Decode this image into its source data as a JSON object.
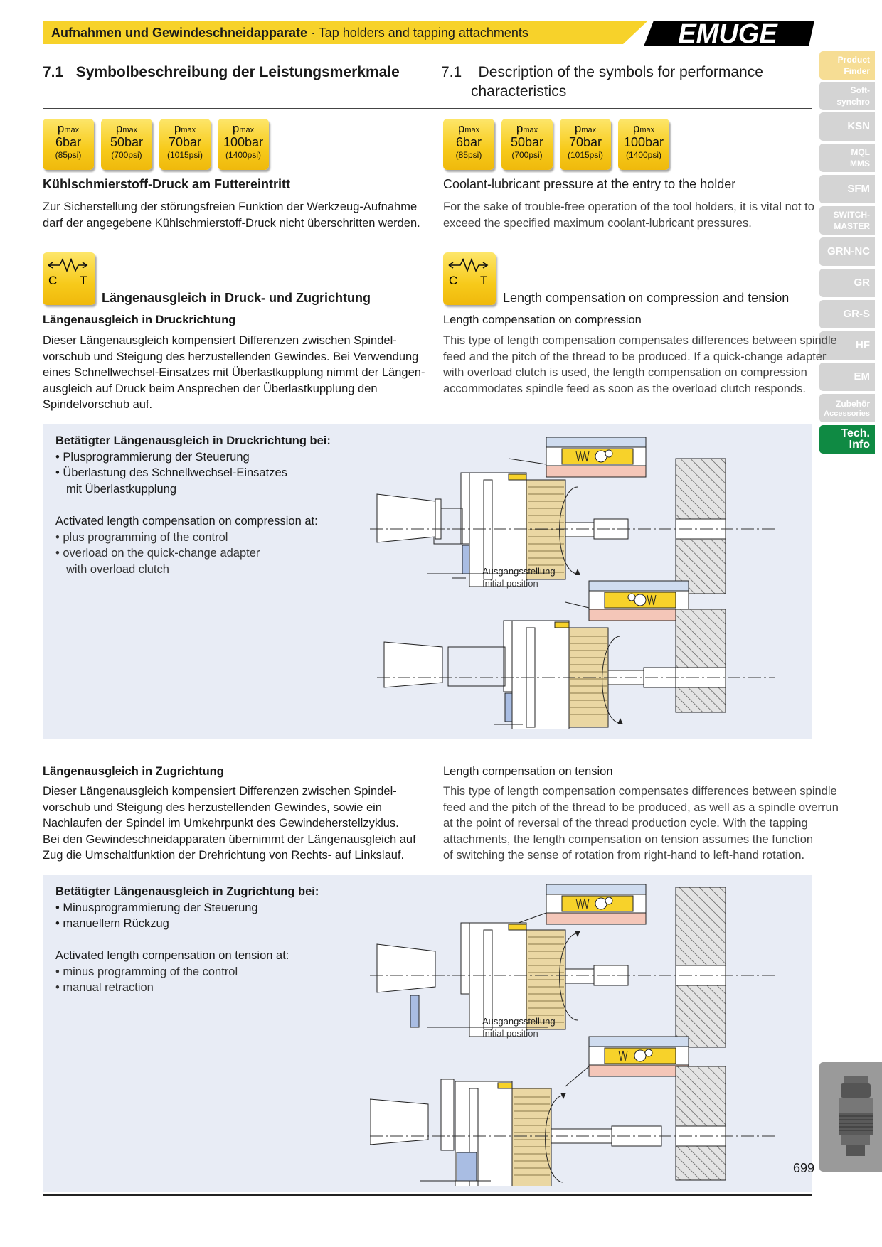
{
  "header": {
    "title_de": "Aufnahmen und Gewindeschneidapparate",
    "title_sep": " · ",
    "title_en": "Tap holders and tapping attachments",
    "logo_text": "EMUGE",
    "accent": "#f7d22a"
  },
  "side_tabs": [
    {
      "label": "Product",
      "label2": "Finder"
    },
    {
      "label": "Soft-",
      "label2": "synchro"
    },
    {
      "label": "KSN"
    },
    {
      "label": "MQL",
      "label2": "MMS"
    },
    {
      "label": "SFM"
    },
    {
      "label": "SWITCH-",
      "label2": "MASTER"
    },
    {
      "label": "GRN-NC"
    },
    {
      "label": "GR"
    },
    {
      "label": "GR-S"
    },
    {
      "label": "HF"
    },
    {
      "label": "EM"
    },
    {
      "label": "Zubehör",
      "label2": "Accessories"
    },
    {
      "label": "Tech. Info"
    }
  ],
  "section": {
    "num": "7.1",
    "title_de": "Symbolbeschreibung der Leistungsmerkmale",
    "title_en_1": "Description of the symbols for performance",
    "title_en_2": "characteristics"
  },
  "pressure_symbols": [
    {
      "p": "p",
      "pmax": "max",
      "value": "6bar",
      "psi": "(85psi)"
    },
    {
      "p": "p",
      "pmax": "max",
      "value": "50bar",
      "psi": "(700psi)"
    },
    {
      "p": "p",
      "pmax": "max",
      "value": "70bar",
      "psi": "(1015psi)"
    },
    {
      "p": "p",
      "pmax": "max",
      "value": "100bar",
      "psi": "(1400psi)"
    }
  ],
  "coolant": {
    "head_de": "Kühlschmierstoff-Druck am Futtereintritt",
    "head_en": "Coolant-lubricant pressure at the entry to the holder",
    "text_de": "Zur Sicherstellung der störungsfreien Funktion der Werkzeug-Aufnahme\ndarf der angegebene Kühlschmierstoff-Druck nicht überschritten werden.",
    "text_en": "For the sake of trouble-free operation of the tool holders, it is vital not to\nexceed the specified maximum coolant-lubricant pressures."
  },
  "ct_symbol": {
    "c": "C",
    "t": "T"
  },
  "length_comp": {
    "head_de": "Längenausgleich in Druck- und Zugrichtung",
    "head_en": "Length compensation on compression and tension"
  },
  "compression": {
    "head_de": "Längenausgleich in Druckrichtung",
    "head_en": "Length compensation on compression",
    "text_de": "Dieser Längenausgleich kompensiert Differenzen zwischen Spindel-\nvorschub und Steigung des herzustellenden Gewindes. Bei Verwendung\neines Schnellwechsel-Einsatzes mit Überlastkupplung nimmt der Längen-\nausgleich auf Druck beim Ansprechen der Überlastkupplung den\nSpindelvorschub auf.",
    "text_en": "This type of length compensation compensates differences between spindle\nfeed and the pitch of the thread to be produced. If a quick-change adapter\nwith overload clutch is used, the length compensation on compression\naccommodates spindle feed as soon as the overload clutch responds.",
    "box_head_de": "Betätigter Längenausgleich in Druckrichtung bei:",
    "box_items_de": [
      "Plusprogrammierung der Steuerung",
      "Überlastung des Schnellwechsel-Einsatzes\nmit Überlastkupplung"
    ],
    "box_head_en": "Activated length compensation on compression at:",
    "box_items_en": [
      "plus programming of the control",
      "overload on the quick-change adapter\nwith overload clutch"
    ],
    "caption_de": "Ausgangsstellung",
    "caption_en": "Initial position"
  },
  "tension": {
    "head_de": "Längenausgleich in Zugrichtung",
    "head_en": "Length compensation on tension",
    "text_de": "Dieser Längenausgleich kompensiert Differenzen zwischen Spindel-\nvorschub und Steigung des herzustellenden Gewindes, sowie ein\nNachlaufen der Spindel im Umkehrpunkt des Gewindeherstellzyklus.\nBei den Gewindeschneidapparaten übernimmt der Längenausgleich auf\nZug die Umschaltfunktion der Drehrichtung von Rechts- auf Linkslauf.",
    "text_en": "This type of length compensation compensates differences between spindle\nfeed and the pitch of the thread to be produced, as well as a spindle overrun\nat the point of reversal of the thread production cycle. With the tapping\nattachments, the length compensation on tension assumes the function\nof switching the sense of rotation from right-hand to left-hand rotation.",
    "box_head_de": "Betätigter Längenausgleich in Zugrichtung bei:",
    "box_items_de": [
      "Minusprogrammierung der Steuerung",
      "manuellem Rückzug"
    ],
    "box_head_en": "Activated length compensation on tension at:",
    "box_items_en": [
      "minus programming of the control",
      "manual retraction"
    ],
    "caption_de": "Ausgangsstellung",
    "caption_en": "Initial position"
  },
  "bullet": "•",
  "page_number": "699"
}
